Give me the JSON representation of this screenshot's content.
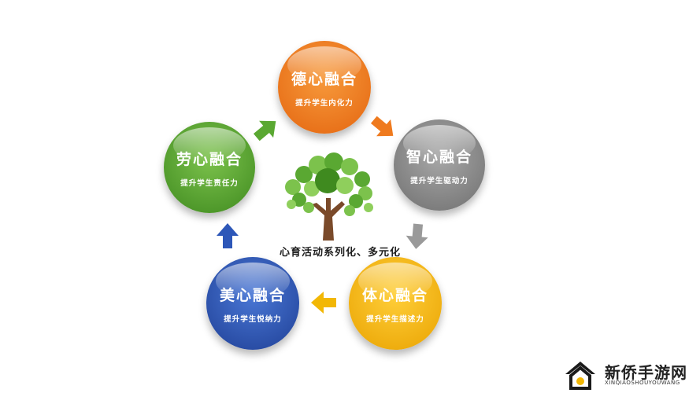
{
  "nodes": [
    {
      "title": "德心融合",
      "subtitle": "提升学生内化力",
      "color": "#ef7a1e"
    },
    {
      "title": "智心融合",
      "subtitle": "提升学生驱动力",
      "color": "#8c8c8c"
    },
    {
      "title": "体心融合",
      "subtitle": "提升学生描述力",
      "color": "#f2b705"
    },
    {
      "title": "美心融合",
      "subtitle": "提升学生悦纳力",
      "color": "#2d57b8"
    },
    {
      "title": "劳心融合",
      "subtitle": "提升学生责任力",
      "color": "#5aa832"
    }
  ],
  "center": {
    "caption": "心育活动系列化、多元化",
    "icon": "tree-icon"
  },
  "arrow_color": {
    "orange": "#ef7a1e",
    "gray": "#8c8c8c",
    "yellow": "#f2b705",
    "blue": "#2d57b8",
    "green": "#5aa832"
  },
  "watermark": {
    "name": "新侨手游网",
    "domain": "XINQIAOSHOUYOUWANG",
    "icon": "house-logo-icon"
  }
}
